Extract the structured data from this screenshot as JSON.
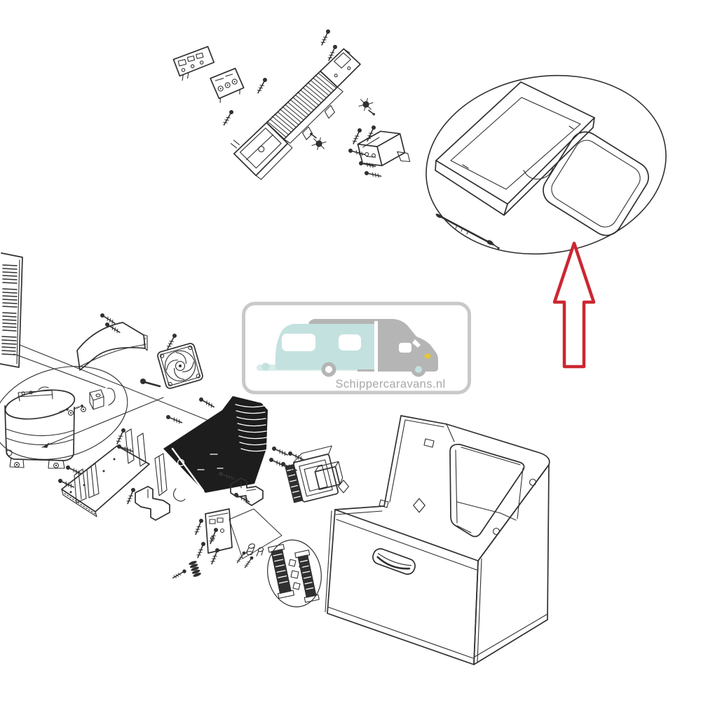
{
  "watermark": {
    "text": "Schippercaravans.nl",
    "colors": {
      "border": "#c9c9c9",
      "caravan": "#c3e2df",
      "motorhome": "#b5b5b5",
      "text": "#a8a8a8",
      "headlight": "#e8c62e",
      "ground": "#d8ecea",
      "window": "#ffffff"
    }
  },
  "annotation": {
    "arrow_color": "#cb2731",
    "arrow_direction": "up",
    "target": "lid-detail-balloon"
  },
  "drawing": {
    "ink": "#303030",
    "background": "#ffffff",
    "condenser_fill": "#1d1d1d"
  },
  "parts": [
    "control-pcb",
    "control-panel-face",
    "vent-grille-assembly",
    "fastener-valve-a",
    "fastener-valve-b",
    "hinge-bracket",
    "lid-detail-balloon",
    "lid-panel",
    "lid-seal-gasket",
    "hinge-rod",
    "side-vent-panel",
    "cover-plate",
    "cooling-fan",
    "compressor-detail-balloon",
    "compressor",
    "condenser-coil",
    "heatsink-assembly",
    "mounting-tray",
    "hook-bracket",
    "clamp-bracket",
    "mounting-plate",
    "spring",
    "plug-fittings",
    "fins-detail-balloon",
    "cabinet-body",
    "cabinet-opening",
    "door-handle",
    "rear-riser-panel",
    "screws"
  ]
}
